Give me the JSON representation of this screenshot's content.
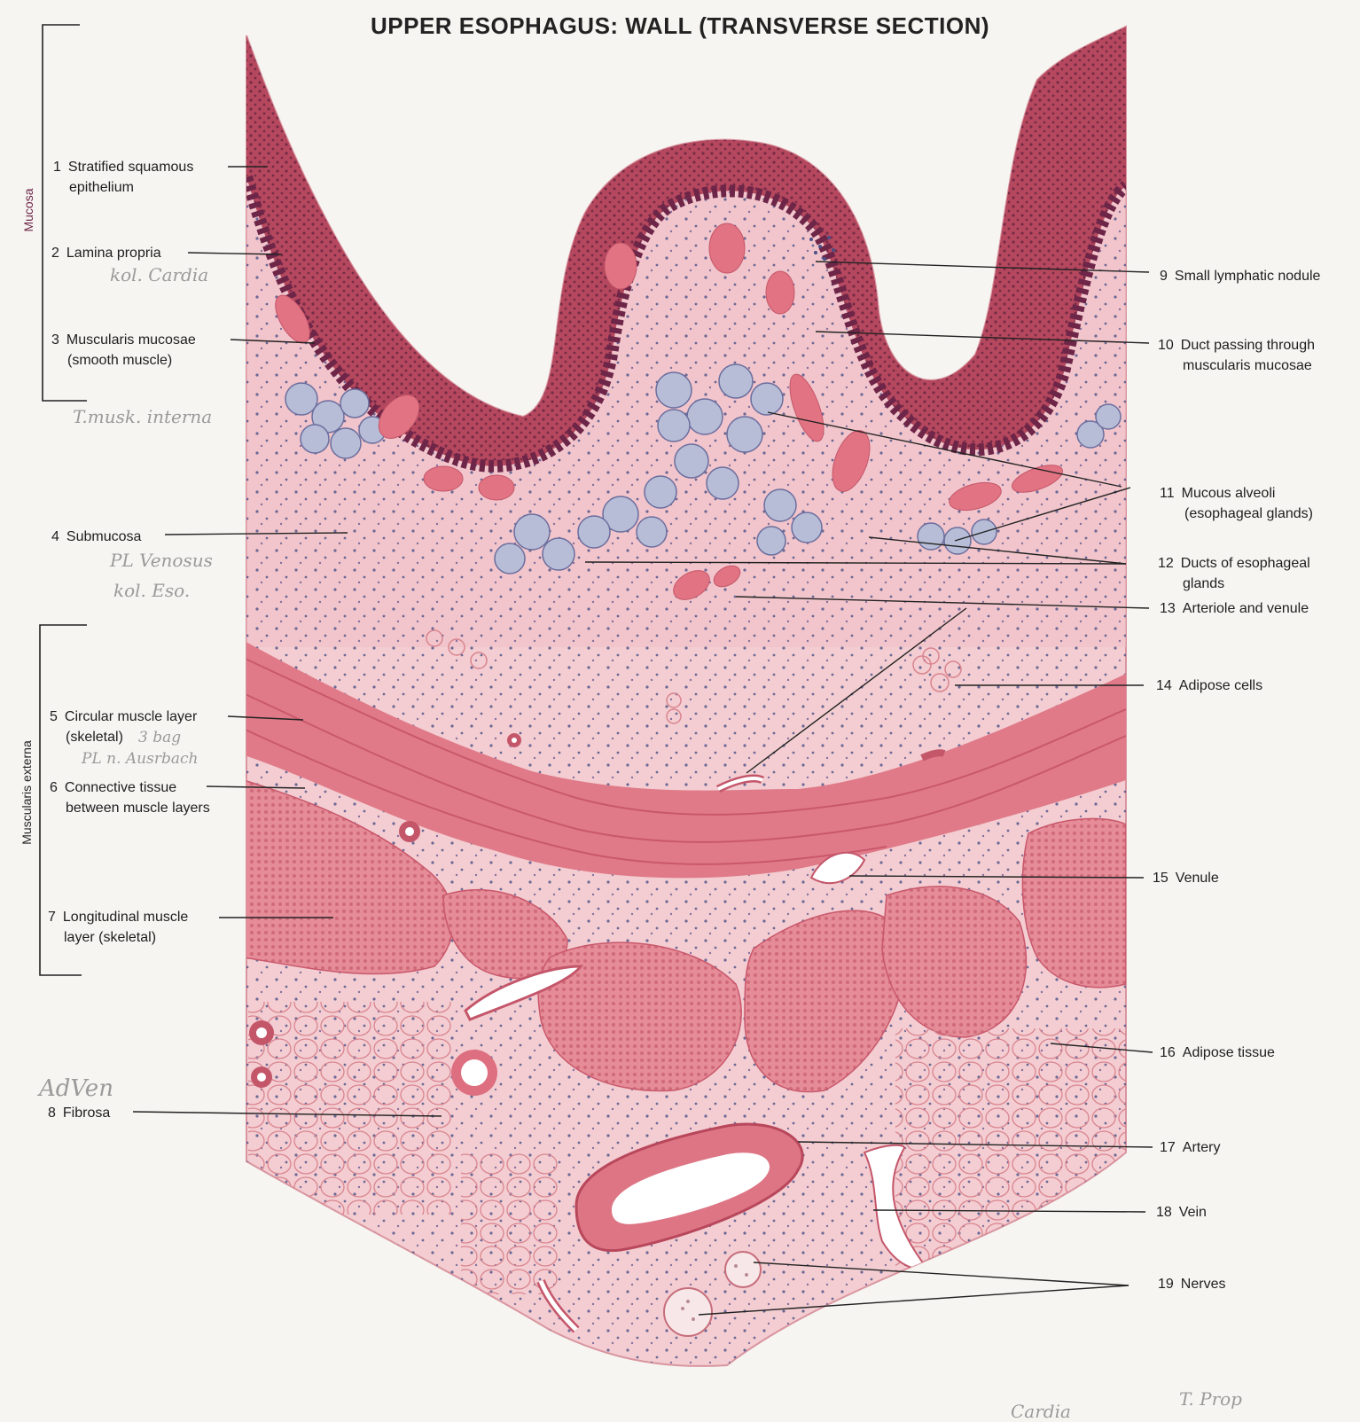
{
  "title": "UPPER ESOPHAGUS: WALL (TRANSVERSE SECTION)",
  "groups": {
    "mucosa": "Mucosa",
    "muscularis_externa": "Muscularis externa"
  },
  "labels": [
    {
      "n": "1",
      "line1": "Stratified squamous",
      "line2": "epithelium"
    },
    {
      "n": "2",
      "line1": "Lamina propria",
      "line2": ""
    },
    {
      "n": "3",
      "line1": "Muscularis mucosae",
      "line2": "(smooth muscle)"
    },
    {
      "n": "4",
      "line1": "Submucosa",
      "line2": ""
    },
    {
      "n": "5",
      "line1": "Circular muscle layer",
      "line2": "(skeletal)"
    },
    {
      "n": "6",
      "line1": "Connective tissue",
      "line2": "between muscle layers"
    },
    {
      "n": "7",
      "line1": "Longitudinal muscle",
      "line2": "layer (skeletal)"
    },
    {
      "n": "8",
      "line1": "Fibrosa",
      "line2": ""
    },
    {
      "n": "9",
      "line1": "Small lymphatic nodule",
      "line2": ""
    },
    {
      "n": "10",
      "line1": "Duct passing through",
      "line2": "muscularis mucosae"
    },
    {
      "n": "11",
      "line1": "Mucous alveoli",
      "line2": "(esophageal glands)"
    },
    {
      "n": "12",
      "line1": "Ducts of esophageal",
      "line2": "glands"
    },
    {
      "n": "13",
      "line1": "Arteriole and venule",
      "line2": ""
    },
    {
      "n": "14",
      "line1": "Adipose cells",
      "line2": ""
    },
    {
      "n": "15",
      "line1": "Venule",
      "line2": ""
    },
    {
      "n": "16",
      "line1": "Adipose tissue",
      "line2": ""
    },
    {
      "n": "17",
      "line1": "Artery",
      "line2": ""
    },
    {
      "n": "18",
      "line1": "Vein",
      "line2": ""
    },
    {
      "n": "19",
      "line1": "Nerves",
      "line2": ""
    }
  ],
  "handwritten": {
    "h1": "kol. Cardia",
    "h2": "T.musk. interna",
    "h3": "PL Venosus",
    "h4": "kol. Eso.",
    "h5": "3 bag",
    "h6": "PL n. Ausrbach",
    "h7": "AdVen",
    "h8": "Cardia",
    "h9": "T. Prop"
  },
  "colors": {
    "background": "#f6f5f2",
    "epithelium": "#b5485e",
    "epithelium_dark": "#6d2548",
    "connective": "#f2c6cc",
    "muscle": "#e07a88",
    "gland": "#b7bdd6",
    "nucleus": "#4a4f86"
  }
}
